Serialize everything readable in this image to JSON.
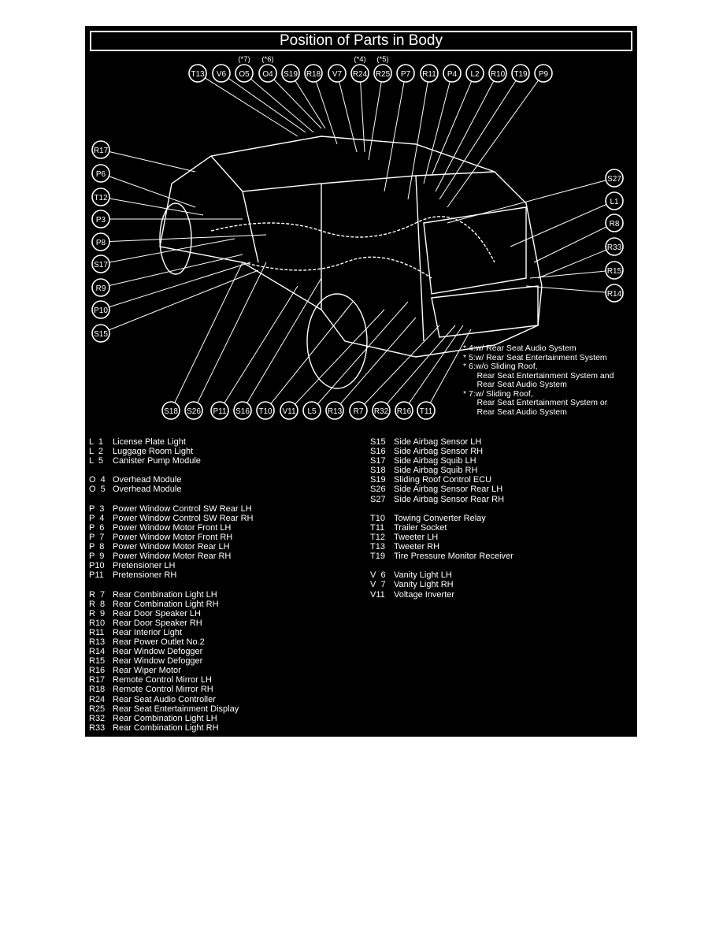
{
  "title": "Position of Parts in Body",
  "callouts": {
    "top": [
      {
        "code": "T13"
      },
      {
        "code": "V6"
      },
      {
        "code": "O5",
        "note": "(*7)"
      },
      {
        "code": "O4",
        "note": "(*6)"
      },
      {
        "code": "S19"
      },
      {
        "code": "R18"
      },
      {
        "code": "V7"
      },
      {
        "code": "R24",
        "note": "(*4)"
      },
      {
        "code": "R25",
        "note": "(*5)"
      },
      {
        "code": "P7"
      },
      {
        "code": "R11"
      },
      {
        "code": "P4"
      },
      {
        "code": "L2"
      },
      {
        "code": "R10"
      },
      {
        "code": "T19"
      },
      {
        "code": "P9"
      }
    ],
    "left": [
      {
        "code": "R17"
      },
      {
        "code": "P6"
      },
      {
        "code": "T12"
      },
      {
        "code": "P3"
      },
      {
        "code": "P8"
      },
      {
        "code": "S17"
      },
      {
        "code": "R9"
      },
      {
        "code": "P10"
      },
      {
        "code": "S15"
      }
    ],
    "right": [
      {
        "code": "S27"
      },
      {
        "code": "L1"
      },
      {
        "code": "R8"
      },
      {
        "code": "R33"
      },
      {
        "code": "R15"
      },
      {
        "code": "R14"
      }
    ],
    "bottom": [
      {
        "code": "S18"
      },
      {
        "code": "S26"
      },
      {
        "code": "P11"
      },
      {
        "code": "S16"
      },
      {
        "code": "T10"
      },
      {
        "code": "V11"
      },
      {
        "code": "L5"
      },
      {
        "code": "R13"
      },
      {
        "code": "R7"
      },
      {
        "code": "R32"
      },
      {
        "code": "R16"
      },
      {
        "code": "T11"
      }
    ]
  },
  "notes": [
    "* 4:w/ Rear Seat Audio System",
    "* 5:w/ Rear Seat Entertainment System",
    "* 6:w/o Sliding Roof,",
    "      Rear Seat Entertainment System and",
    "      Rear Seat Audio System",
    "* 7:w/ Sliding Roof,",
    "      Rear Seat Entertainment System or",
    "      Rear Seat Audio System"
  ],
  "legend_left": [
    {
      "code": "L  1",
      "name": "License Plate Light"
    },
    {
      "code": "L  2",
      "name": "Luggage Room Light"
    },
    {
      "code": "L  5",
      "name": "Canister Pump Module"
    },
    null,
    {
      "code": "O  4",
      "name": "Overhead Module"
    },
    {
      "code": "O  5",
      "name": "Overhead Module"
    },
    null,
    {
      "code": "P  3",
      "name": "Power Window Control SW Rear LH"
    },
    {
      "code": "P  4",
      "name": "Power Window Control SW Rear RH"
    },
    {
      "code": "P  6",
      "name": "Power Window Motor Front LH"
    },
    {
      "code": "P  7",
      "name": "Power Window Motor Front RH"
    },
    {
      "code": "P  8",
      "name": "Power Window Motor Rear LH"
    },
    {
      "code": "P  9",
      "name": "Power Window Motor Rear RH"
    },
    {
      "code": "P10",
      "name": "Pretensioner LH"
    },
    {
      "code": "P11",
      "name": "Pretensioner RH"
    },
    null,
    {
      "code": "R  7",
      "name": "Rear Combination Light LH"
    },
    {
      "code": "R  8",
      "name": "Rear Combination Light RH"
    },
    {
      "code": "R  9",
      "name": "Rear Door Speaker LH"
    },
    {
      "code": "R10",
      "name": "Rear Door Speaker RH"
    },
    {
      "code": "R11",
      "name": "Rear Interior Light"
    },
    {
      "code": "R13",
      "name": "Rear Power Outlet No.2"
    },
    {
      "code": "R14",
      "name": "Rear Window Defogger"
    },
    {
      "code": "R15",
      "name": "Rear Window Defogger"
    },
    {
      "code": "R16",
      "name": "Rear Wiper Motor"
    },
    {
      "code": "R17",
      "name": "Remote Control Mirror LH"
    },
    {
      "code": "R18",
      "name": "Remote Control Mirror RH"
    },
    {
      "code": "R24",
      "name": "Rear Seat Audio Controller"
    },
    {
      "code": "R25",
      "name": "Rear Seat Entertainment Display"
    },
    {
      "code": "R32",
      "name": "Rear Combination Light LH"
    },
    {
      "code": "R33",
      "name": "Rear Combination Light RH"
    }
  ],
  "legend_right": [
    {
      "code": "S15",
      "name": "Side Airbag Sensor LH"
    },
    {
      "code": "S16",
      "name": "Side Airbag Sensor RH"
    },
    {
      "code": "S17",
      "name": "Side Airbag Squib LH"
    },
    {
      "code": "S18",
      "name": "Side Airbag Squib RH"
    },
    {
      "code": "S19",
      "name": "Sliding Roof Control ECU"
    },
    {
      "code": "S26",
      "name": "Side Airbag Sensor Rear LH"
    },
    {
      "code": "S27",
      "name": "Side Airbag Sensor Rear RH"
    },
    null,
    {
      "code": "T10",
      "name": "Towing Converter Relay"
    },
    {
      "code": "T11",
      "name": "Trailer Socket"
    },
    {
      "code": "T12",
      "name": "Tweeter LH"
    },
    {
      "code": "T13",
      "name": "Tweeter RH"
    },
    {
      "code": "T19",
      "name": "Tire Pressure Monitor Receiver"
    },
    null,
    {
      "code": "V  6",
      "name": "Vanity Light LH"
    },
    {
      "code": "V  7",
      "name": "Vanity Light RH"
    },
    {
      "code": "V11",
      "name": "Voltage Inverter"
    }
  ]
}
